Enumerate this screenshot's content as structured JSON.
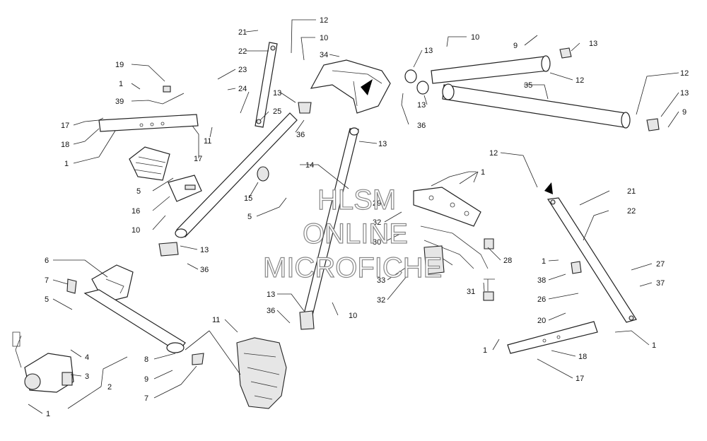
{
  "watermark": {
    "line1": "HLSM",
    "line2": "ONLINE",
    "line3": "MICROFICHE"
  },
  "callouts": {
    "c21a": "21",
    "c12a": "12",
    "c10a": "10",
    "c22a": "22",
    "c34": "34",
    "c23": "23",
    "c24": "24",
    "c13a": "13",
    "c25": "25",
    "c11a": "11",
    "c36a": "36",
    "c19": "19",
    "c1a": "1",
    "c39": "39",
    "c17a": "17",
    "c18a": "18",
    "c1b": "1",
    "c17b": "17",
    "c10b": "10",
    "c13b": "13",
    "c9a": "9",
    "c13c": "13",
    "c12b": "12",
    "c35": "35",
    "c12c": "12",
    "c13d": "13",
    "c9b": "9",
    "c36b": "36",
    "c13e": "13",
    "c13f": "13",
    "c14": "14",
    "c5a": "5",
    "c16": "16",
    "c15": "15",
    "c5b": "5",
    "c10c": "10",
    "c13g": "13",
    "c36c": "36",
    "c1c": "1",
    "c29": "29",
    "c32a": "32",
    "c30": "30",
    "c28": "28",
    "c33": "33",
    "c31": "31",
    "c32b": "32",
    "c12d": "12",
    "c21b": "21",
    "c22b": "22",
    "c27": "27",
    "c1d": "1",
    "c38": "38",
    "c37": "37",
    "c26": "26",
    "c20": "20",
    "c1e": "1",
    "c1f": "1",
    "c18b": "18",
    "c17c": "17",
    "c6": "6",
    "c7a": "7",
    "c5c": "5",
    "c4": "4",
    "c3": "3",
    "c2": "2",
    "c1g": "1",
    "c8": "8",
    "c9c": "9",
    "c7b": "7",
    "c11b": "11",
    "c13h": "13",
    "c36d": "36",
    "c10d": "10"
  }
}
